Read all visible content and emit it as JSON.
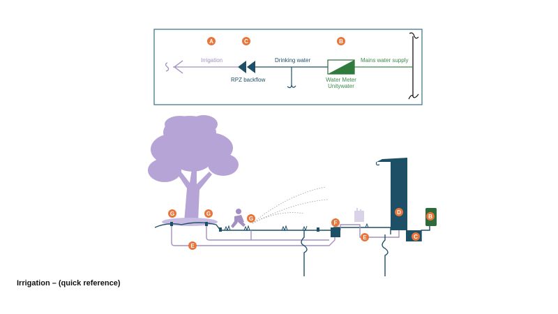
{
  "colors": {
    "irrigation": "#a48fc2",
    "drinking": "#1d4f66",
    "mains": "#3c8a4a",
    "marker": "#e8753a",
    "frame": "#2f6f86"
  },
  "schematic": {
    "markers": {
      "a": "A",
      "b": "B",
      "c": "C"
    },
    "irrigation_label": "Irrigation",
    "drinking_label": "Drinking water",
    "mains_label": "Mains water supply",
    "rpz_label": "RPZ backflow",
    "meter_label_line1": "Water Meter",
    "meter_label_line2": "Unitywater"
  },
  "scene": {
    "markers": {
      "g1": "G",
      "g2": "G",
      "g3": "G",
      "e1": "E",
      "e2": "E",
      "f": "F",
      "d": "D",
      "c": "C",
      "b": "B"
    }
  },
  "caption": "Irrigation – (quick reference)"
}
